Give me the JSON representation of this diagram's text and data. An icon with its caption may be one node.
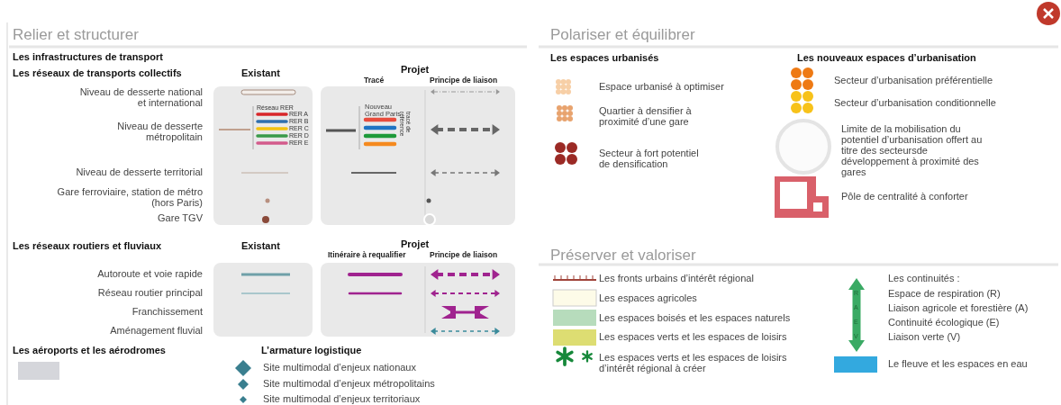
{
  "diagram": {
    "labels": [
      "Relier et structurer",
      "Les infrastructures de transport",
      "Les réseaux de transports collectifs",
      "Existant",
      "Projet",
      "Tracé",
      "Principe de liaison",
      "Niveau de desserte national et international",
      "Niveau de desserte métropolitain",
      "Réseau RER",
      "RER A",
      "RER B",
      "RER C",
      "RER D",
      "RER E",
      "Nouveau Grand Paris",
      "tracé de référence",
      "Niveau de desserte territorial",
      "Gare ferroviaire, station de métro (hors Paris)",
      "Gare TGV",
      "Les réseaux routiers et fluviaux",
      "Existant",
      "Projet",
      "Itinéraire à requalifier",
      "Principe de liaison",
      "Autoroute et voie rapide",
      "Réseau routier principal",
      "Franchissement",
      "Aménagement fluvial",
      "L’armature logistique",
      "Polariser et équilibrer",
      "Les espaces urbanisés",
      "Les nouveaux espaces d’urbanisation",
      "Préserver et valoriser",
      "Les continuités :",
      "Espace de respiration (R)",
      "Liaison agricole et forestière (A)",
      "Continuité écologique (E)",
      "Liaison verte (V)",
      "R",
      "A",
      "E",
      "V"
    ],
    "legend": [
      {
        "text": "Site multimodal d’enjeux nationaux"
      },
      {
        "text": "Site multimodal d’enjeux métropolitains"
      },
      {
        "text": "Site multimodal d’enjeux territoriaux"
      },
      {
        "text": "Espace urbanisé à optimiser"
      },
      {
        "text": "Quartier à densifier à proximité d’une gare"
      },
      {
        "text": "Secteur à fort potentiel de densification"
      },
      {
        "text": "Secteur d’urbanisation préférentielle"
      },
      {
        "text": "Secteur d’urbanisation conditionnelle"
      },
      {
        "text": "Limite de la mobilisation du potentiel d’urbanisation offert au titre des secteursde développement à proximité des gares"
      },
      {
        "text": "Pôle de centralité à conforter"
      },
      {
        "text": "Les fronts urbains d’intérêt régional"
      },
      {
        "text": "Les espaces agricoles",
        "color": "#fdfbe8"
      },
      {
        "text": "Les espaces boisés et les espaces naturels",
        "color": "#b7dcbc"
      },
      {
        "text": "Les espaces verts et les espaces de loisirs",
        "color": "#dddd72"
      },
      {
        "text": "Les espaces verts et les espaces de loisirs d’intérêt régional à créer"
      },
      {
        "text": "Le fleuve et les espaces en eau",
        "color": "#33a9df"
      },
      {
        "text": "Les aéroports et les aérodromes",
        "color": "#d5d6db"
      }
    ]
  }
}
